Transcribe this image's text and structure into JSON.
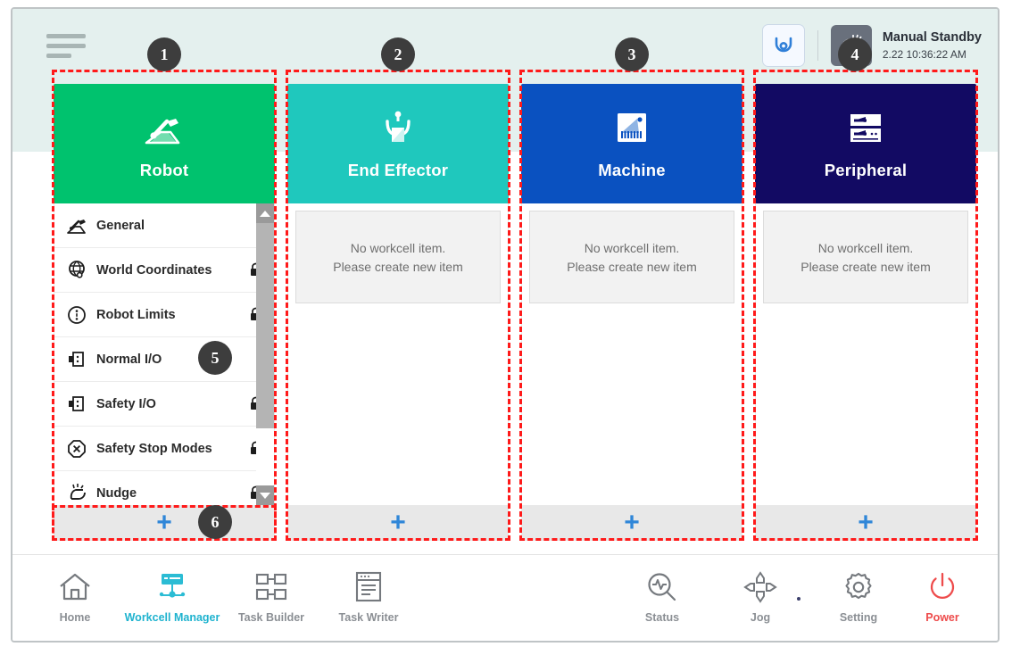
{
  "header": {
    "menu_icon": "hamburger-menu-icon",
    "robot_button_icon": "cobot-icon",
    "mode_icon": "manual-hand-icon",
    "mode_title": "Manual Standby",
    "mode_datetime": "2.22 10:36:22 AM"
  },
  "columns": [
    {
      "id": "robot",
      "title": "Robot",
      "icon": "robot-arm-icon",
      "color": "#00c26e",
      "add_label": "+",
      "items": [
        {
          "label": "General",
          "icon": "robot-arm-icon",
          "locked": false
        },
        {
          "label": "World Coordinates",
          "icon": "globe-axis-icon",
          "locked": true
        },
        {
          "label": "Robot Limits",
          "icon": "limits-icon",
          "locked": true
        },
        {
          "label": "Normal I/O",
          "icon": "io-port-icon",
          "locked": false
        },
        {
          "label": "Safety I/O",
          "icon": "io-port-icon",
          "locked": true
        },
        {
          "label": "Safety Stop Modes",
          "icon": "stop-octagon-icon",
          "locked": true
        },
        {
          "label": "Nudge",
          "icon": "hand-nudge-icon",
          "locked": true
        }
      ]
    },
    {
      "id": "end-effector",
      "title": "End Effector",
      "icon": "gripper-icon",
      "color": "#1fc8bd",
      "add_label": "+",
      "empty_line1": "No workcell item.",
      "empty_line2": "Please create new item"
    },
    {
      "id": "machine",
      "title": "Machine",
      "icon": "machine-panel-icon",
      "color": "#0a51c0",
      "add_label": "+",
      "empty_line1": "No workcell item.",
      "empty_line2": "Please create new item"
    },
    {
      "id": "peripheral",
      "title": "Peripheral",
      "icon": "server-rack-icon",
      "color": "#120a63",
      "add_label": "+",
      "empty_line1": "No workcell item.",
      "empty_line2": "Please create new item"
    }
  ],
  "scrollbar": {
    "up_icon": "scroll-up-arrow-icon",
    "down_icon": "scroll-down-arrow-icon"
  },
  "navbar": [
    {
      "label": "Home",
      "icon": "home-icon",
      "active": false
    },
    {
      "label": "Workcell Manager",
      "icon": "workcell-icon",
      "active": true
    },
    {
      "label": "Task Builder",
      "icon": "task-builder-icon",
      "active": false
    },
    {
      "label": "Task Writer",
      "icon": "task-writer-icon",
      "active": false
    },
    {
      "label": "Status",
      "icon": "status-magnifier-icon",
      "active": false
    },
    {
      "label": "Jog",
      "icon": "jog-dpad-icon",
      "active": false
    },
    {
      "label": "Setting",
      "icon": "gear-icon",
      "active": false
    },
    {
      "label": "Power",
      "icon": "power-icon",
      "active": false
    }
  ],
  "annotations": [
    {
      "number": "1"
    },
    {
      "number": "2"
    },
    {
      "number": "3"
    },
    {
      "number": "4"
    },
    {
      "number": "5"
    },
    {
      "number": "6"
    }
  ]
}
